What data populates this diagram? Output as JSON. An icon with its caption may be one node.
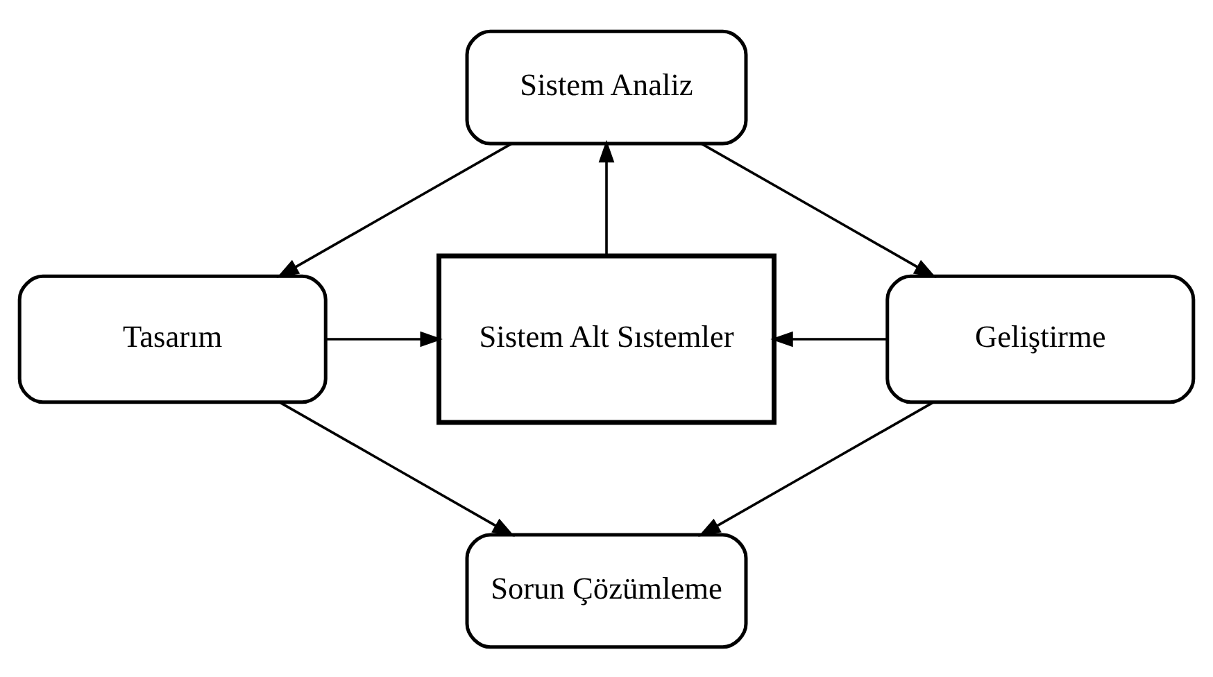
{
  "diagram": {
    "nodes": [
      {
        "text": [
          "Sistem Analiz"
        ]
      },
      {
        "text": [
          "Tasarım"
        ]
      },
      {
        "text": [
          "Sistem Alt Sıstemler"
        ]
      },
      {
        "text": [
          "Geliştirme"
        ]
      },
      {
        "text": [
          "Sorun Çözümleme"
        ]
      }
    ],
    "edges": [
      {
        "from": 0,
        "to": 1,
        "arrow": "to"
      },
      {
        "from": 0,
        "to": 3,
        "arrow": "to"
      },
      {
        "from": 1,
        "to": 2,
        "arrow": "to"
      },
      {
        "from": 3,
        "to": 2,
        "arrow": "to"
      },
      {
        "from": 2,
        "to": 0,
        "arrow": "to"
      },
      {
        "from": 1,
        "to": 4,
        "arrow": "to"
      },
      {
        "from": 3,
        "to": 4,
        "arrow": "to"
      }
    ]
  }
}
